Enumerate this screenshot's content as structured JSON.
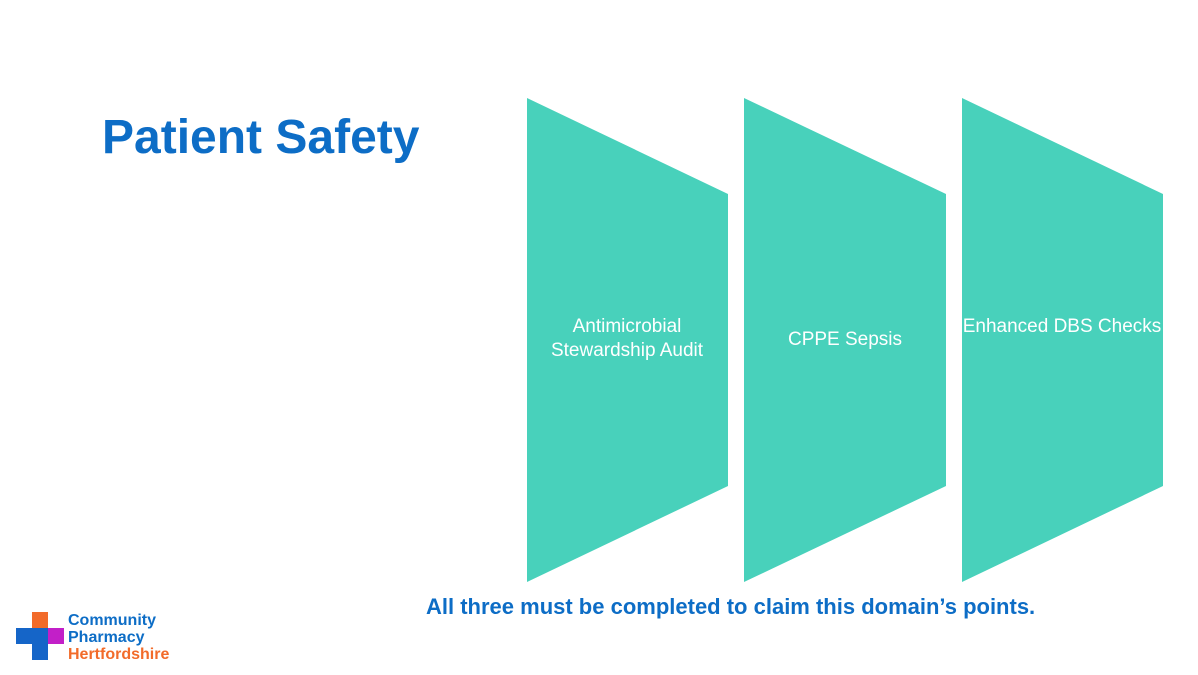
{
  "slide": {
    "title": "Patient Safety",
    "steps": [
      {
        "label": "Antimicrobial Stewardship Audit"
      },
      {
        "label": "CPPE Sepsis"
      },
      {
        "label": "Enhanced DBS Checks"
      }
    ],
    "footer_note": "All three must be completed to claim this domain’s points."
  },
  "logo": {
    "line1": "Community",
    "line2": "Pharmacy",
    "line3": "Hertfordshire",
    "icon": "cross-logo-icon"
  },
  "colors": {
    "title_blue": "#0d6dc6",
    "chevron_teal": "#48d1bb",
    "logo_orange": "#f26b2a",
    "logo_magenta": "#c21fc8",
    "logo_blue": "#1565c8"
  }
}
